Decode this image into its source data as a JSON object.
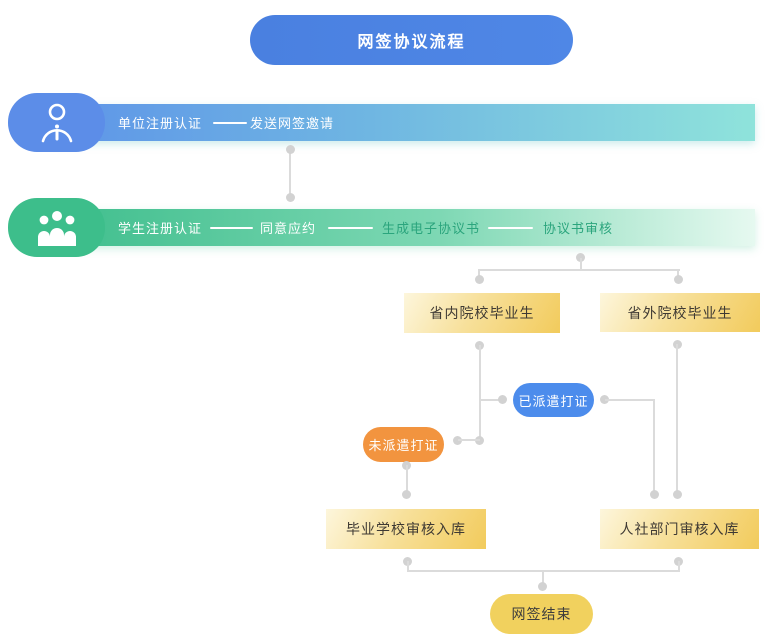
{
  "title": "网签协议流程",
  "colors": {
    "title_blue": "#4C83E1",
    "lane1_blue": "#5C8DE8",
    "lane1_gradient_end": "#8FE3DB",
    "lane2_green": "#3DBE8B",
    "lane2_gradient_end": "#E6F9F0",
    "green_step_text": "#2BA57D",
    "box_yellow_light": "#FDF6DC",
    "box_yellow_deep": "#F2CB5C",
    "pill_blue": "#4C8CEC",
    "pill_orange": "#F2943F",
    "pill_yellow": "#F1D15E",
    "connector_gray": "#DBDBDB"
  },
  "lanes": [
    {
      "icon": "person-icon",
      "steps": [
        "单位注册认证",
        "发送网签邀请"
      ]
    },
    {
      "icon": "people-group-icon",
      "steps": [
        "学生注册认证",
        "同意应约",
        "生成电子协议书",
        "协议书审核"
      ]
    }
  ],
  "nodes": {
    "in_province": "省内院校毕业生",
    "out_province": "省外院校毕业生",
    "dispatched": "已派遣打证",
    "not_dispatched": "未派遣打证",
    "school_review": "毕业学校审核入库",
    "hr_review": "人社部门审核入库",
    "end": "网签结束"
  }
}
